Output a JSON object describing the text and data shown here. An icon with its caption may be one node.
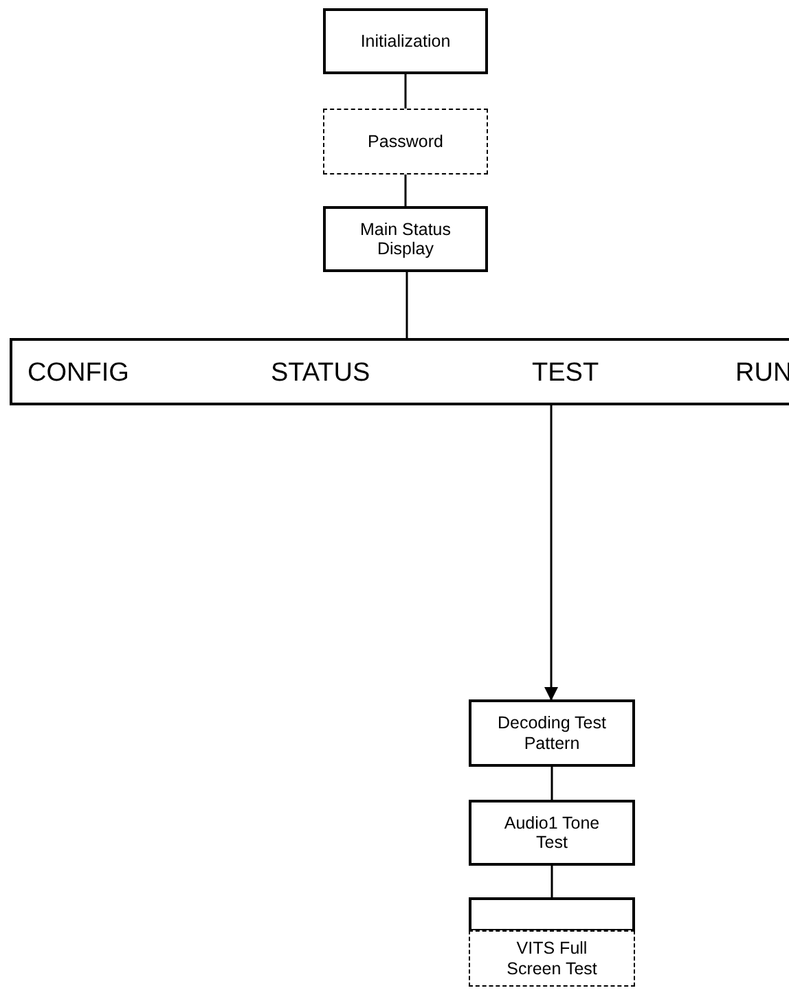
{
  "diagram": {
    "nodes": [
      {
        "text": [
          "Initialization"
        ]
      },
      {
        "text": [
          "Password"
        ]
      },
      {
        "text": [
          "Main Status Display"
        ]
      },
      {
        "text": [
          "CONFIG",
          "STATUS",
          "TEST",
          "RUN"
        ]
      },
      {
        "text": [
          "Decoding Test Pattern"
        ]
      },
      {
        "text": [
          "Audio1 Tone Test"
        ]
      },
      {
        "text": [],
        "shape": "box"
      },
      {
        "text": [
          "VITS Full Screen Test"
        ]
      }
    ],
    "edges": [
      {
        "from": 0,
        "to": 1,
        "arrow": "none"
      },
      {
        "from": 1,
        "to": 2,
        "arrow": "none"
      },
      {
        "from": 2,
        "to": 3,
        "arrow": "none"
      },
      {
        "from": 3,
        "to": 4,
        "arrow": "to"
      },
      {
        "from": 4,
        "to": 5,
        "arrow": "none"
      },
      {
        "from": 5,
        "to": 6,
        "arrow": "none"
      }
    ]
  }
}
